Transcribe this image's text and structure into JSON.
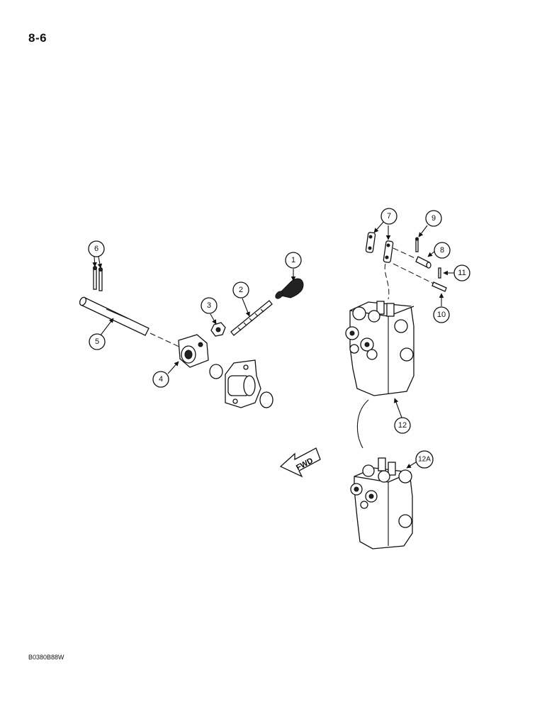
{
  "page": {
    "number": "8-6",
    "figure_code": "B0380B88W"
  },
  "callouts": [
    "1",
    "2",
    "3",
    "4",
    "5",
    "6",
    "7",
    "8",
    "9",
    "10",
    "11",
    "12",
    "12A"
  ],
  "fwd_arrow_label": "FWD"
}
